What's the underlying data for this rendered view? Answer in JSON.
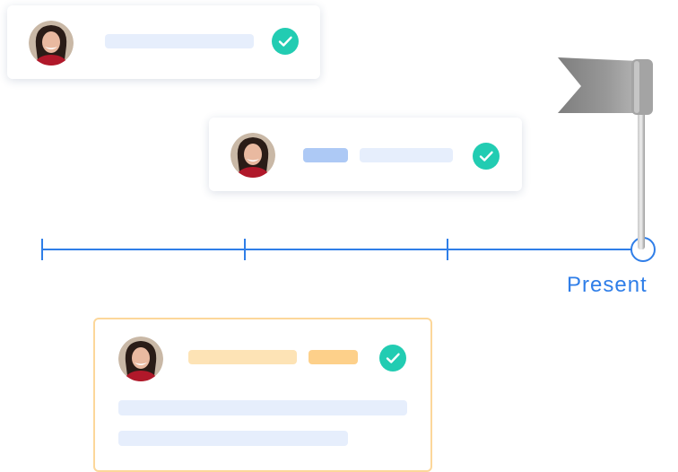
{
  "colors": {
    "timeline_blue": "#2f7ee8",
    "check_teal": "#22ccb2",
    "placeholder_light_blue": "#e6eefc",
    "placeholder_blue": "#adc9f5",
    "placeholder_light_orange": "#fde3b5",
    "placeholder_orange": "#fdd08a",
    "highlight_border": "#fcd79a",
    "flag_gray": "#8a8a8a"
  },
  "icons": {
    "avatar": "avatar-photo",
    "check": "check-circle-icon",
    "flag": "flag-icon"
  },
  "timeline": {
    "end_label": "Present",
    "tick_count": 3
  }
}
